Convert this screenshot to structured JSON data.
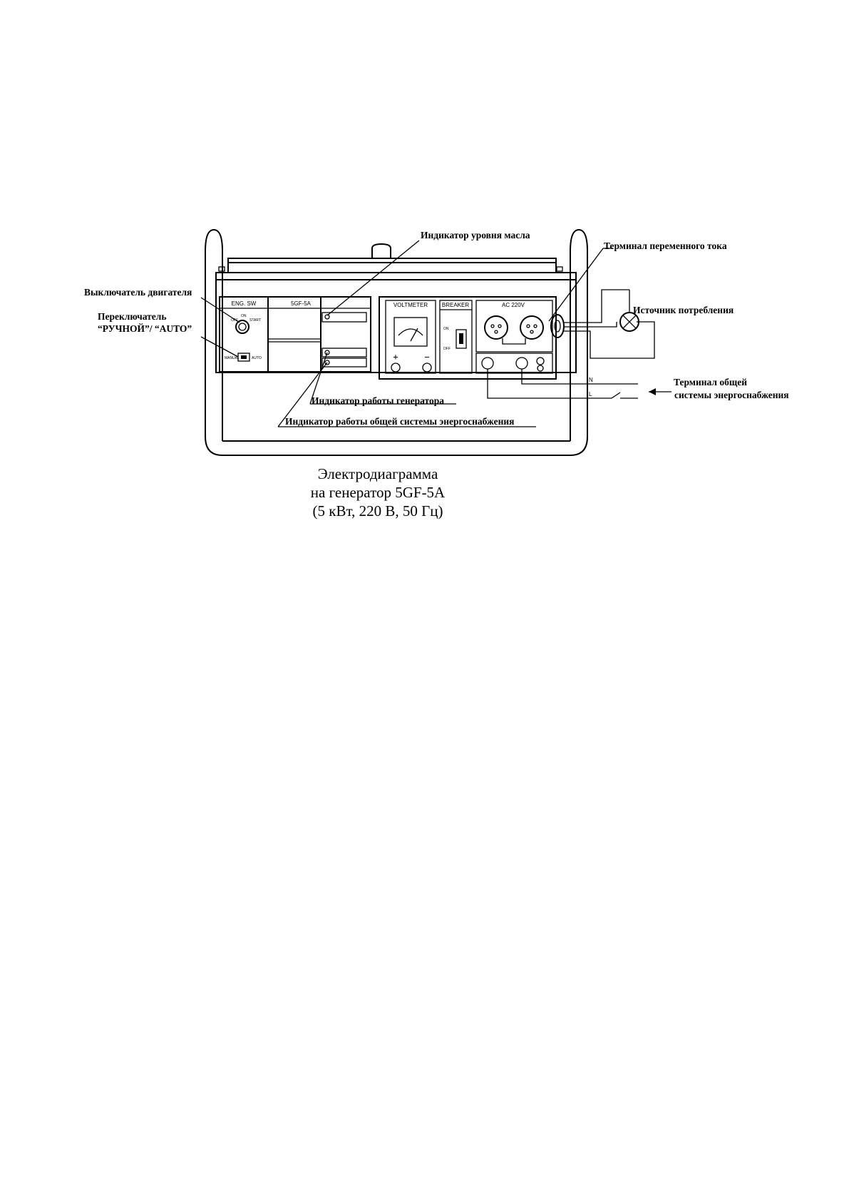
{
  "panel": {
    "engine_switch_header": "ENG. SW",
    "model_header": "5GF-5A",
    "voltmeter_header": "VOLTMETER",
    "breaker_header": "BREAKER",
    "ac_header": "AC 220V",
    "plus_sign": "+",
    "minus_sign": "−",
    "terminal_n": "N",
    "terminal_l": "L"
  },
  "labels": {
    "oil_indicator": "Индикатор уровня масла",
    "ac_terminal": "Терминал переменного тока",
    "engine_switch": "Выключатель двигателя",
    "mode_switch_line1": "Переключатель",
    "mode_switch_line2": "“РУЧНОЙ”/ “AUTO”",
    "consumer": "Источник потребления",
    "grid_terminal_line1": "Терминал общей",
    "grid_terminal_line2": "системы энергоснабжения",
    "generator_indicator": "Индикатор работы генератора",
    "grid_indicator": "Индикатор работы общей системы энергоснабжения"
  },
  "caption": {
    "line1": "Электродиаграмма",
    "line2": "на генератор 5GF-5A",
    "line3": "(5 кВт, 220 В, 50 Гц)"
  }
}
